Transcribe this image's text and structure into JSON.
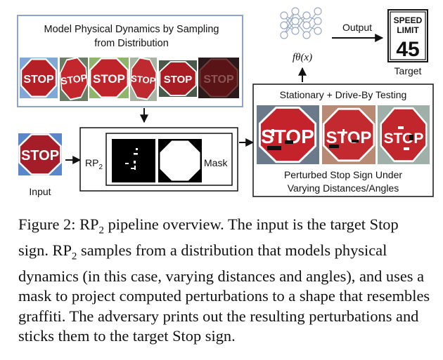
{
  "diagram": {
    "sampling_box": {
      "title_line1": "Model Physical Dynamics by Sampling",
      "title_line2": "from Distribution",
      "sign_text": "STOP"
    },
    "input_label": "Input",
    "input_sign_text": "STOP",
    "rp2_label_main": "RP",
    "rp2_label_sub": "2",
    "mask_label": "Mask",
    "model": {
      "function_label": "fθ(x)",
      "output_label": "Output"
    },
    "target_sign": {
      "line1": "SPEED",
      "line2": "LIMIT",
      "number": "45",
      "label": "Target"
    },
    "testing_box": {
      "title": "Stationary + Drive-By Testing",
      "sign_text": "STOP",
      "caption_line1": "Perturbed Stop Sign Under",
      "caption_line2": "Varying Distances/Angles"
    },
    "colors": {
      "box_border": "#8fa3c9",
      "stop_red": "#b51f26"
    }
  },
  "caption": {
    "figure_label": "Figure 2:",
    "rp_main": "RP",
    "rp_sub": "2",
    "text_part1": " pipeline overview. The input is the target Stop sign. ",
    "rp_main_2": "RP",
    "rp_sub_2": "2",
    "text_part2": " samples from a distribution that models physical dynamics (in this case, varying distances and angles), and uses a mask to project computed perturbations to a shape that resembles graffiti. The adversary prints out the resulting perturbations and sticks them to the target Stop sign."
  }
}
